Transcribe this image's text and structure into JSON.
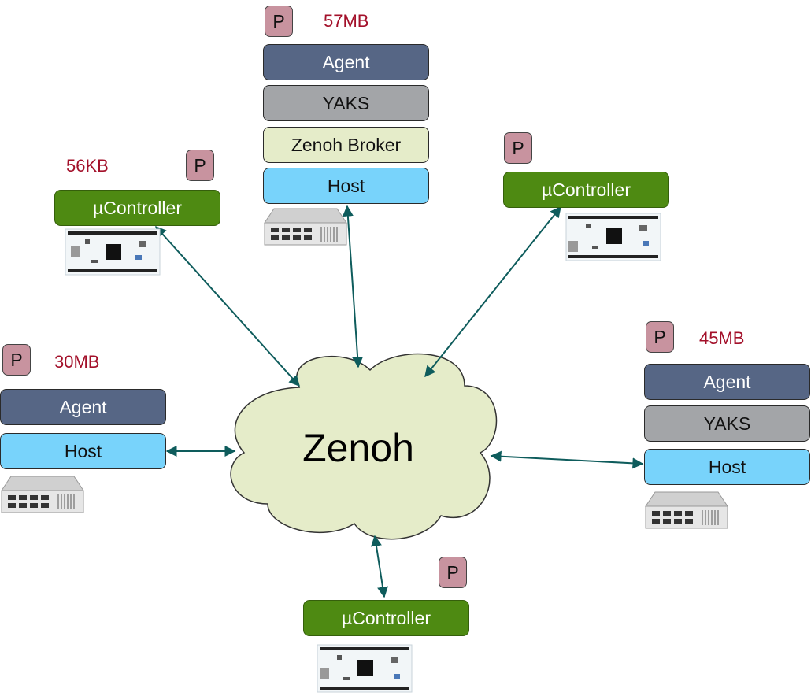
{
  "cloud": {
    "label": "Zenoh",
    "fill": "#e5ecc9"
  },
  "colors": {
    "agent": "#566685",
    "yaks": "#a3a5a8",
    "broker": "#e5ecc9",
    "host": "#78d3fb",
    "ucontroller": "#4e8a12",
    "badge": "#c8939f",
    "memory_text": "#a3102a",
    "arrow": "#0e5c5c"
  },
  "broker_node": {
    "badge": "P",
    "memory": "57MB",
    "layers": [
      "Agent",
      "YAKS",
      "Zenoh Broker",
      "Host"
    ],
    "icon": "server-icon"
  },
  "left_mcu": {
    "badge": "P",
    "memory": "56KB",
    "label": "µController",
    "icon": "circuit-board-icon"
  },
  "right_mcu": {
    "badge": "P",
    "label": "µController",
    "icon": "circuit-board-icon"
  },
  "left_host": {
    "badge": "P",
    "memory": "30MB",
    "layers": [
      "Agent",
      "Host"
    ],
    "icon": "server-icon"
  },
  "right_host": {
    "badge": "P",
    "memory": "45MB",
    "layers": [
      "Agent",
      "YAKS",
      "Host"
    ],
    "icon": "server-icon"
  },
  "bottom_mcu": {
    "badge": "P",
    "label": "µController",
    "icon": "circuit-board-icon"
  }
}
